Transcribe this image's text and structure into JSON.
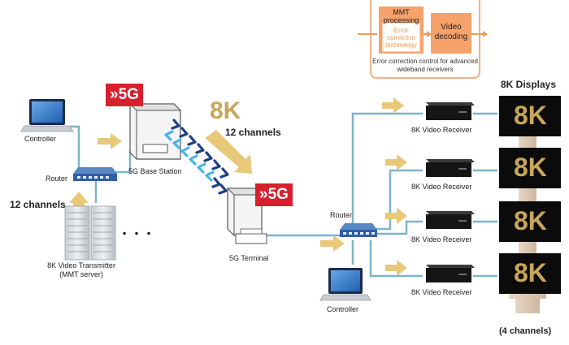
{
  "callout": {
    "mmt_processing": "MMT processing",
    "error_correction": "Error correction technology",
    "video_decoding": "Video decoding",
    "caption": "Error correction control for advanced wideband receivers"
  },
  "labels": {
    "controller_top": "Controller",
    "router_left": "Router",
    "channels_left": "12 channels",
    "transmitter": "8K Video Transmitter",
    "transmitter_sub": "(MMT server)",
    "dots": "・・・",
    "badge_base": "»5G",
    "badge_terminal": "»5G",
    "base_station": "5G Base Station",
    "k8_mid": "8K",
    "channels_mid": "12 channels",
    "terminal": "5G Terminal",
    "router_right": "Router",
    "controller_bottom": "Controller",
    "displays_title": "8K Displays",
    "display_text": "8K",
    "channels_right": "(4 channels)"
  },
  "receivers": [
    "8K Video Receiver",
    "8K Video Receiver",
    "8K Video Receiver",
    "8K Video Receiver"
  ],
  "colors": {
    "cable": "#7fb3c9",
    "arrow": "#e8c97a",
    "badge_red": "#d7202e",
    "callout_orange": "#f39a55",
    "callout_box": "#f6a26a",
    "navy_chevron": "#1e3f86",
    "cyan_chevron": "#43b7e6",
    "gold_text": "#c8a65a"
  },
  "icons": [
    "laptop-icon",
    "router-icon",
    "server-rack-icon",
    "base-station-icon",
    "terminal-icon",
    "receiver-icon",
    "display-icon",
    "flow-arrow-icon",
    "signal-chevron-icon"
  ]
}
